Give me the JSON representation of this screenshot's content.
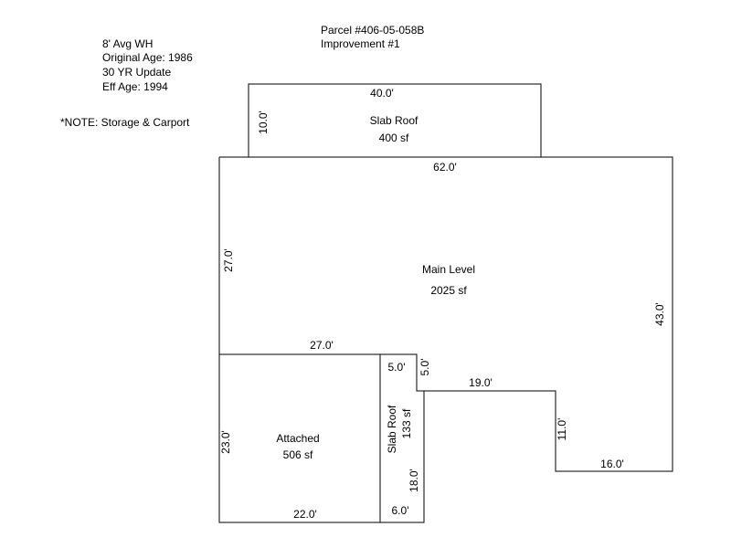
{
  "header": {
    "parcel": "Parcel #406-05-058B",
    "improvement": "Improvement #1"
  },
  "notes": {
    "wall_height": "8' Avg WH",
    "original_age": "Original Age: 1986",
    "update": "30 YR Update",
    "eff_age": "Eff Age: 1994",
    "note": "*NOTE: Storage & Carport"
  },
  "areas": {
    "slab_top": {
      "name": "Slab Roof",
      "area": "400 sf"
    },
    "main": {
      "name": "Main Level",
      "area": "2025 sf"
    },
    "attached": {
      "name": "Attached",
      "area": "506 sf"
    },
    "slab_side": {
      "name": "Slab Roof",
      "area": "133 sf"
    }
  },
  "dims": {
    "top_40": "40.0'",
    "top_10": "10.0'",
    "main_62": "62.0'",
    "main_27_left": "27.0'",
    "main_43": "43.0'",
    "att_27": "27.0'",
    "att_23": "23.0'",
    "att_22": "22.0'",
    "slab_5": "5.0'",
    "slab_5v": "5.0'",
    "slab_18": "18.0'",
    "slab_6": "6.0'",
    "step_19": "19.0'",
    "step_11": "11.0'",
    "step_16": "16.0'"
  }
}
